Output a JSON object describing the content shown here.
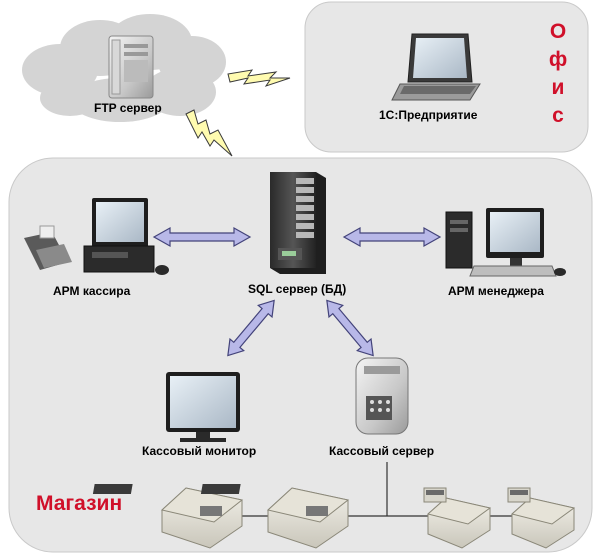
{
  "office": {
    "title_letters": [
      "О",
      "ф",
      "и",
      "с"
    ]
  },
  "shop": {
    "title": "Магазин"
  },
  "nodes": {
    "ftp": "FTP сервер",
    "onec": "1С:Предприятие",
    "sql": "SQL сервер (БД)",
    "cashier": "АРМ кассира",
    "manager": "АРМ менеджера",
    "cash_monitor": "Кассовый монитор",
    "cash_server": "Кассовый сервер"
  },
  "colors": {
    "region_fill": "#e7e7e7",
    "region_stroke": "#c9c9c9",
    "cloud": "#d4d4d4",
    "arrow_fill": "#b8b8e8",
    "arrow_stroke": "#43437a",
    "lightning_fill": "#fffbb0",
    "lightning_stroke": "#3a3a3a",
    "title_red": "#d0102a"
  }
}
